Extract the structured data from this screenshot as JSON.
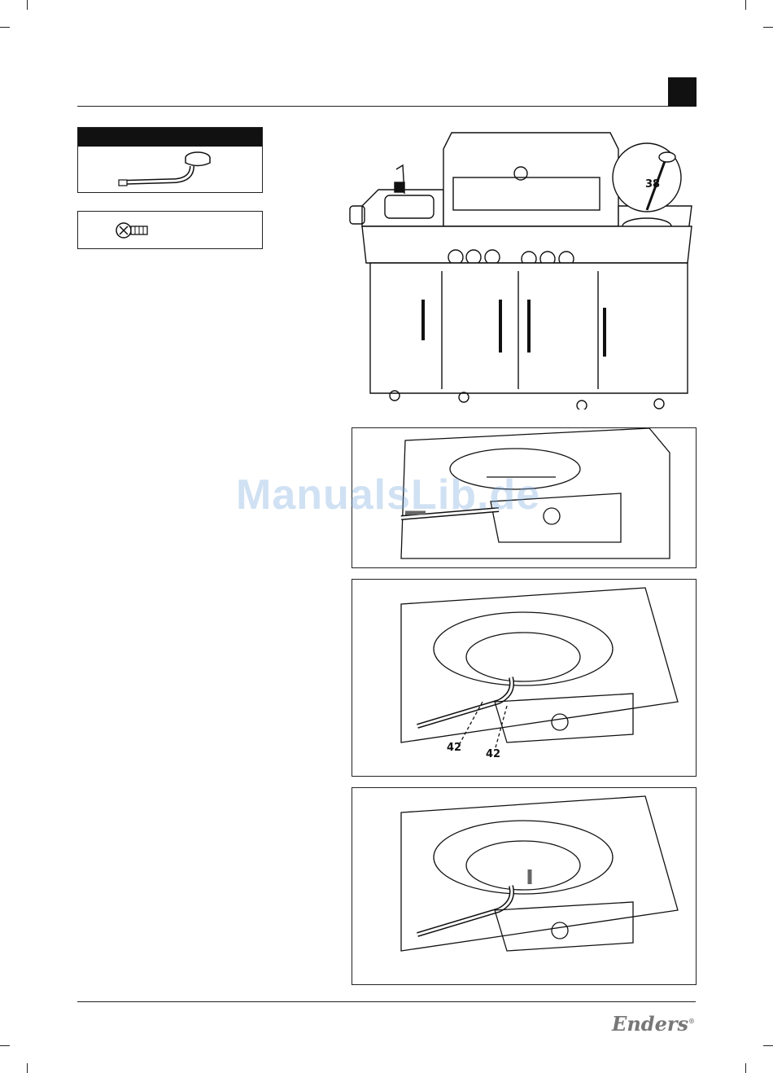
{
  "callouts": {
    "top_figure": "38",
    "figure3_left": "42",
    "figure3_right": "42"
  },
  "watermark": "ManualsLib.de",
  "brand": {
    "name": "Enders",
    "mark": "®"
  },
  "icons": {
    "part1": "burner-with-tube-icon",
    "part2": "phillips-screw-icon",
    "step_arrow": "arrow-icon"
  }
}
